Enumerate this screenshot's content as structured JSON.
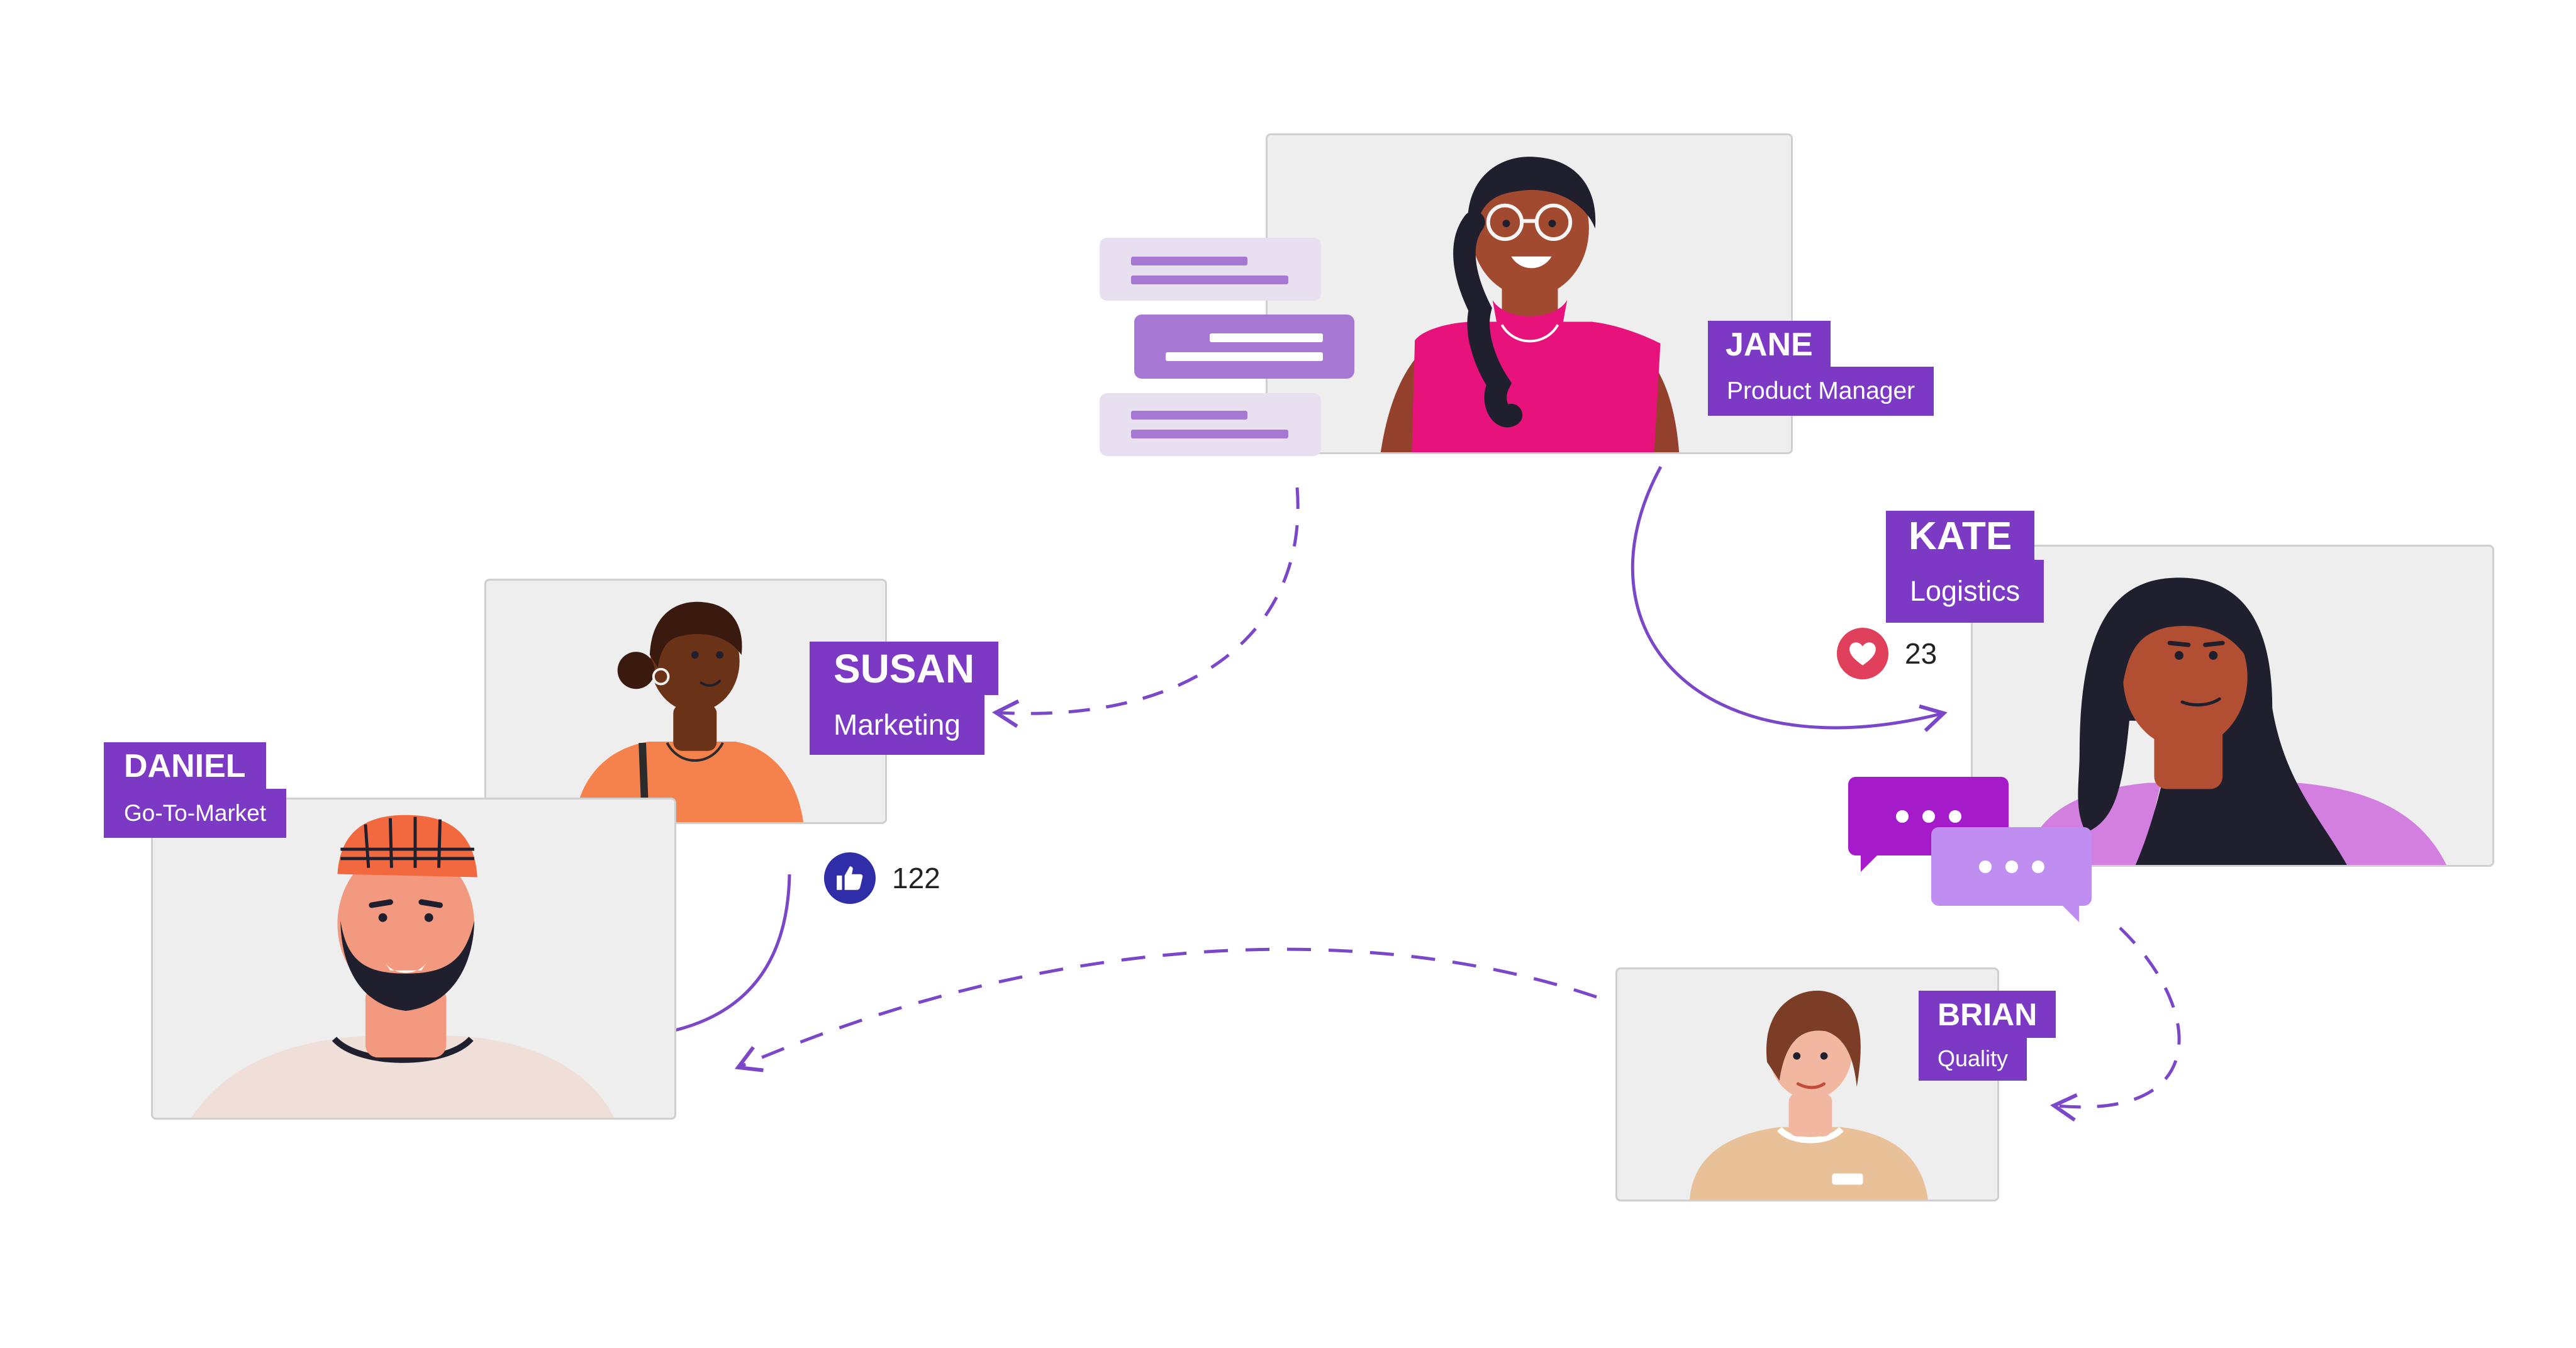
{
  "colors": {
    "accent": "#7c3ac4",
    "accent_light": "#a678d4",
    "bubble_pale": "#e8e0f0",
    "card_bg": "#eeeeee",
    "connector": "#7b47c9",
    "like_blue": "#2f2ea8",
    "heart_red": "#e0405c",
    "chat_dark": "#a51ac9",
    "chat_light": "#c08ef0"
  },
  "people": {
    "jane": {
      "name": "JANE",
      "role": "Product Manager"
    },
    "kate": {
      "name": "KATE",
      "role": "Logistics"
    },
    "susan": {
      "name": "SUSAN",
      "role": "Marketing"
    },
    "daniel": {
      "name": "DANIEL",
      "role": "Go-To-Market"
    },
    "brian": {
      "name": "BRIAN",
      "role": "Quality"
    }
  },
  "reactions": {
    "likes": {
      "icon": "thumbs-up-icon",
      "count": "122"
    },
    "hearts": {
      "icon": "heart-icon",
      "count": "23"
    }
  },
  "icons": {
    "chat": "chat-bubble-icon",
    "typing": "typing-indicator-icon",
    "arrow": "arrow-connector"
  }
}
